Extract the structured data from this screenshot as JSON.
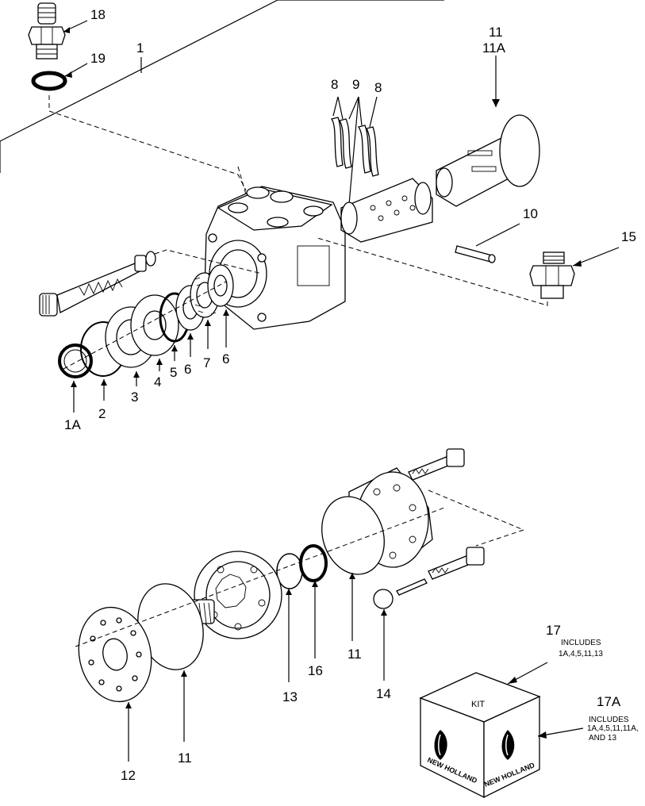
{
  "callouts": {
    "c18": "18",
    "c19": "19",
    "c1": "1",
    "c11_top": "11",
    "c11A_top": "11A",
    "c8a": "8",
    "c9": "9",
    "c8b": "8",
    "c10": "10",
    "c15": "15",
    "c1A": "1A",
    "c2": "2",
    "c3": "3",
    "c4": "4",
    "c5": "5",
    "c6a": "6",
    "c7": "7",
    "c6b": "6",
    "c17": "17",
    "c17_includes": "INCLUDES",
    "c17_list": "1A,4,5,11,13",
    "c17A": "17A",
    "c17A_includes": "INCLUDES",
    "c17A_list1": "1A,4,5,11,11A,",
    "c17A_list2": "AND 13",
    "c11_mid": "11",
    "c16": "16",
    "c13": "13",
    "c14": "14",
    "c12": "12",
    "c11_bottom": "11"
  },
  "kit_box": {
    "label": "KIT",
    "brand_left": "NEW HOLLAND",
    "brand_right": "NEW HOLLAND"
  }
}
